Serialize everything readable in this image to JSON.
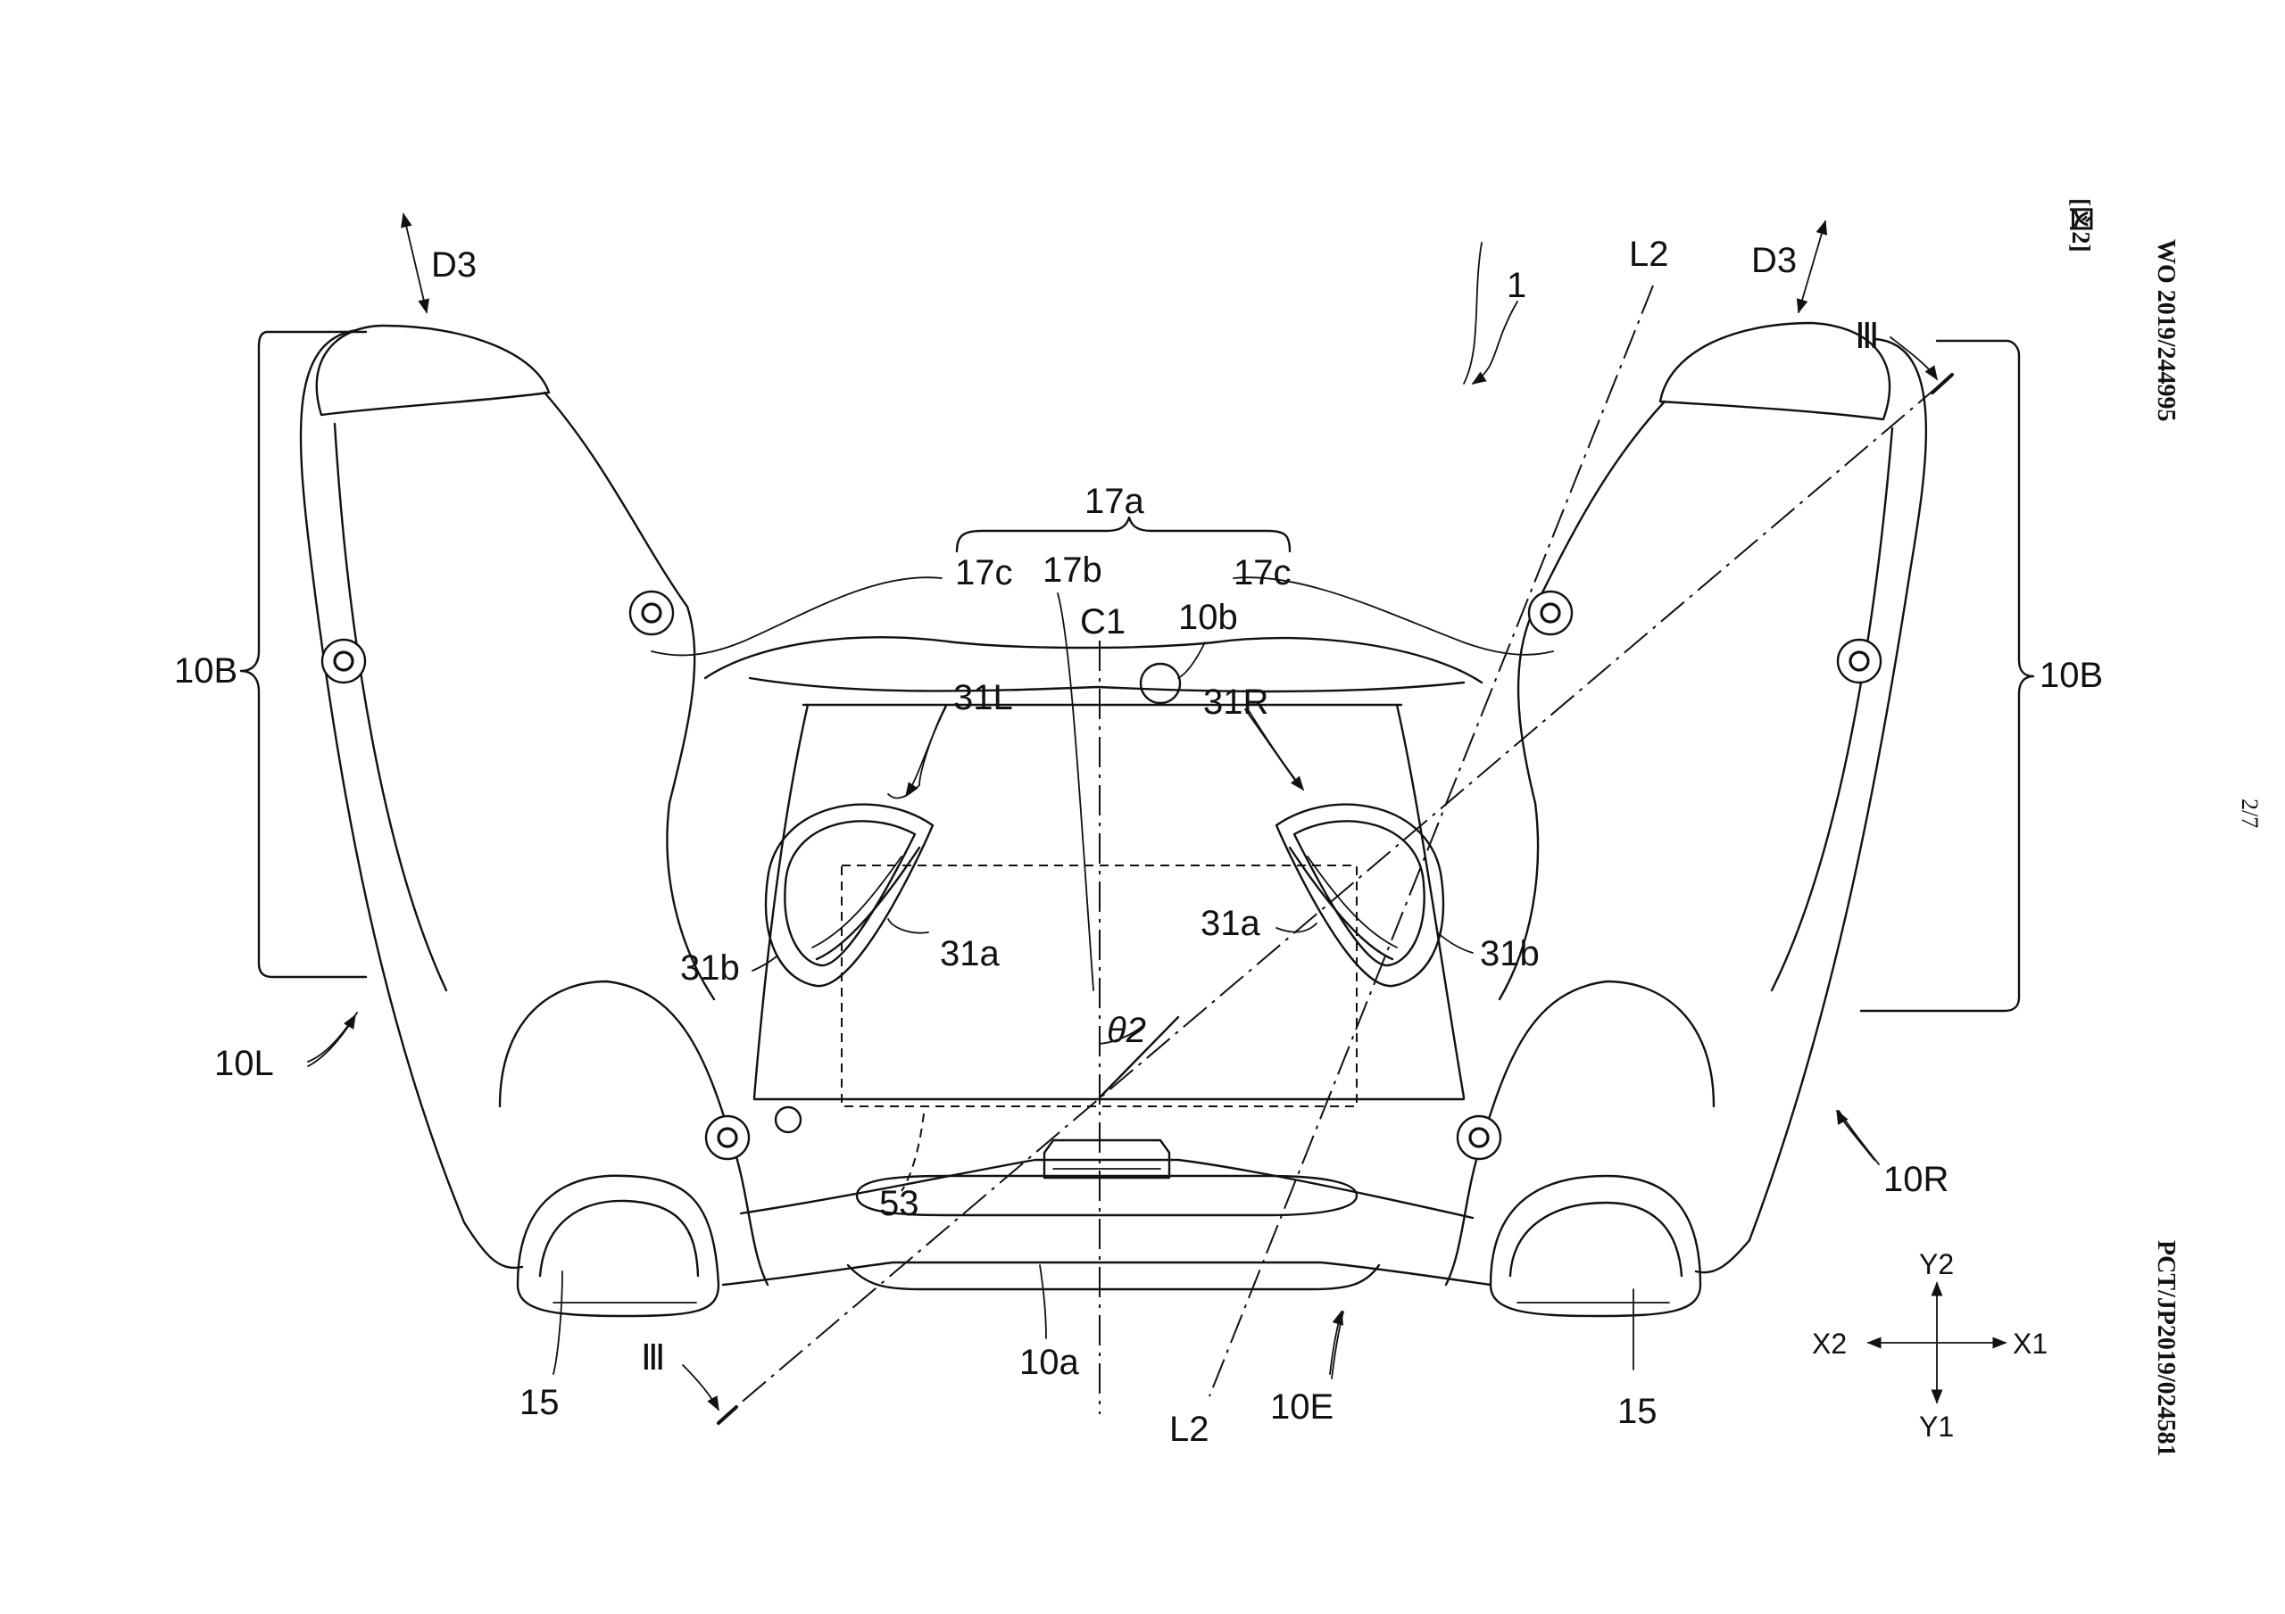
{
  "header": {
    "publication_number": "WO 2019/244995",
    "application_number": "PCT/JP2019/024581",
    "figure_tag": "[図2]",
    "page": "2/7"
  },
  "labels": {
    "device": "1",
    "grips_bracket_left": "10B",
    "grips_bracket_right": "10B",
    "left_grip": "10L",
    "right_grip": "10R",
    "front_end": "10E",
    "bottom_edge": "10a",
    "top_button": "10b",
    "direction_left": "D3",
    "direction_right": "D3",
    "button_group": "17a",
    "button_side_left": "17c",
    "button_side_right": "17c",
    "button_center": "17b",
    "center_line": "C1",
    "line_top": "L2",
    "line_bottom": "L2",
    "section_top": "Ⅲ",
    "section_bottom": "Ⅲ",
    "paddle_left": "31L",
    "paddle_right": "31R",
    "paddle_left_inner": "31a",
    "paddle_right_inner": "31a",
    "paddle_left_outer": "31b",
    "paddle_right_outer": "31b",
    "angle": "θ2",
    "region": "53",
    "trigger_left": "15",
    "trigger_right": "15"
  },
  "axes": {
    "up": "Y2",
    "down": "Y1",
    "left": "X2",
    "right": "X1"
  }
}
